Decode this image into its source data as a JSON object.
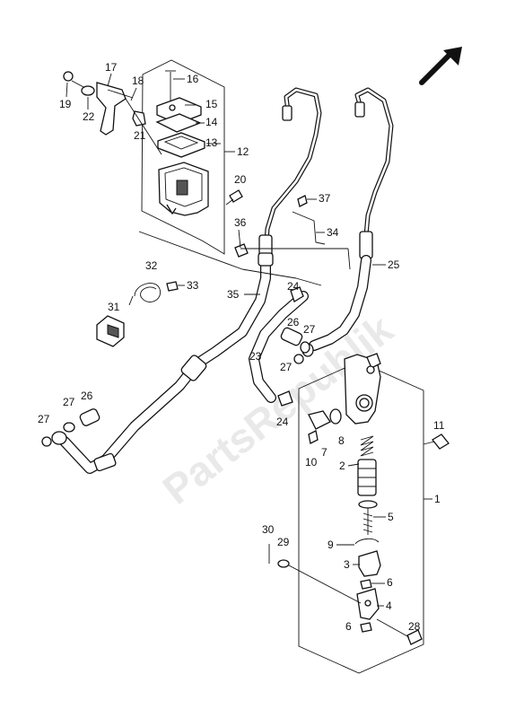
{
  "watermark": "PartsRepublik",
  "arrow_icon": "direction-arrow-icon",
  "labels": {
    "l1": "1",
    "l2": "2",
    "l3": "3",
    "l4": "4",
    "l5": "5",
    "l6a": "6",
    "l6b": "6",
    "l7": "7",
    "l8": "8",
    "l9": "9",
    "l10": "10",
    "l11": "11",
    "l12": "12",
    "l13": "13",
    "l14": "14",
    "l15": "15",
    "l16": "16",
    "l17": "17",
    "l18": "18",
    "l19": "19",
    "l20": "20",
    "l21": "21",
    "l22": "22",
    "l23": "23",
    "l24a": "24",
    "l24b": "24",
    "l25": "25",
    "l26a": "26",
    "l26b": "26",
    "l27a": "27",
    "l27b": "27",
    "l27c": "27",
    "l27d": "27",
    "l28": "28",
    "l29": "29",
    "l30": "30",
    "l31": "31",
    "l32": "32",
    "l33": "33",
    "l34": "34",
    "l35": "35",
    "l36": "36",
    "l37": "37"
  }
}
